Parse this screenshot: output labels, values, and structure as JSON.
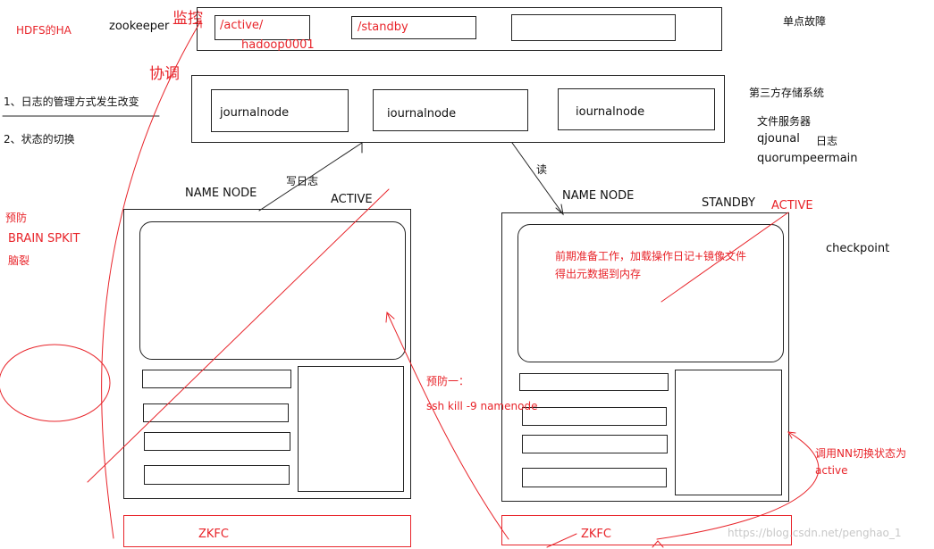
{
  "top_left": {
    "hdfs_ha": "HDFS的HA",
    "zookeeper": "zookeeper",
    "monitor": "监控",
    "coordinate": "协调"
  },
  "zk_boxes": {
    "active_path": "/active/",
    "hadoop_host": "hadoop0001",
    "standby_path": "/standby",
    "empty": ""
  },
  "right_notes": {
    "single_point_failure": "单点故障",
    "third_party_storage": "第三方存储系统",
    "file_server": "文件服务器",
    "qjournal": "qjounal",
    "log": "日志",
    "quorum": "quorumpeermain",
    "checkpoint": "checkpoint"
  },
  "journal_nodes": [
    "journalnode",
    "iournalnode",
    "iournalnode"
  ],
  "left_list": {
    "item1": "1、日志的管理方式发生改变",
    "item2": "2、状态的切换"
  },
  "edges": {
    "write_log": "写日志",
    "read": "读"
  },
  "left_namenode": {
    "title": "NAME NODE",
    "state": "ACTIVE"
  },
  "right_namenode": {
    "title": "NAME NODE",
    "state": "STANDBY",
    "state_red": "ACTIVE",
    "inner_line1": "前期准备工作，加载操作日记+镜像文件",
    "inner_line2": "得出元数据到内存"
  },
  "brain_split": {
    "prevent": "预防",
    "term": "BRAIN SPKIT",
    "chinese": "脑裂"
  },
  "prevention_one": {
    "title": "预防一：",
    "command": "ssh kill -9 namenode"
  },
  "call_nn": {
    "line1": "调用NN切换状态为",
    "line2": "active"
  },
  "zkfc": {
    "left": "ZKFC",
    "right": "ZKFC"
  },
  "watermark": "https://blog.csdn.net/penghao_1"
}
